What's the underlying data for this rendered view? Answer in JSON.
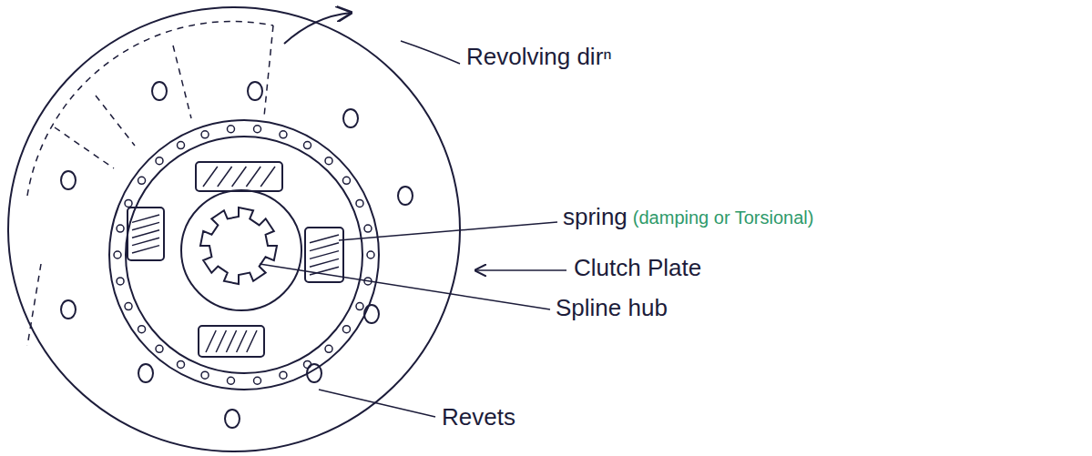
{
  "diagram": {
    "labels": [
      "Revolving dirⁿ",
      "spring",
      "(damping or Torsional)",
      "Clutch Plate",
      "Spline hub",
      "Revets"
    ]
  }
}
